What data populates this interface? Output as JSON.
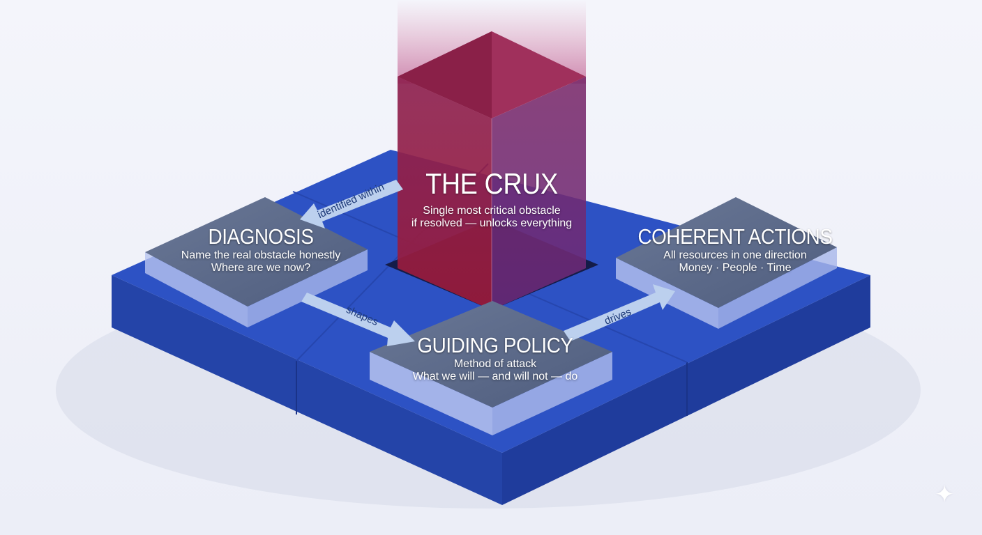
{
  "crux": {
    "title": "THE CRUX",
    "line1": "Single most critical obstacle",
    "line2": "if resolved — unlocks everything"
  },
  "diagnosis": {
    "title": "DIAGNOSIS",
    "line1": "Name the real obstacle honestly",
    "line2": "Where are we now?"
  },
  "guiding_policy": {
    "title": "GUIDING POLICY",
    "line1": "Method of attack",
    "line2": "What we will — and will not — do"
  },
  "coherent_actions": {
    "title": "COHERENT ACTIONS",
    "line1": "All resources in one direction",
    "line2": "Money · People · Time"
  },
  "arrows": {
    "identified": "identified within",
    "shapes": "shapes",
    "drives": "drives"
  },
  "colors": {
    "base": "#2a4fc0",
    "tile": "#5a6a8c",
    "crux": "#8a1a48",
    "arrow": "#b9cdec"
  }
}
